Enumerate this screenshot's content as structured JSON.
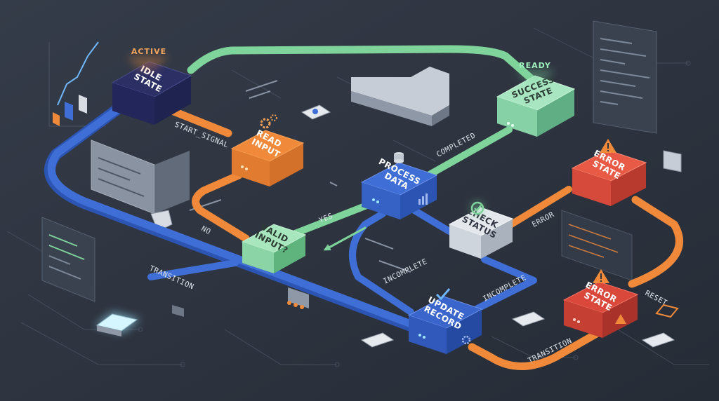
{
  "nodes": {
    "idle_state": {
      "lines": [
        "IDLE",
        "STATE"
      ],
      "tag": "ACTIVE"
    },
    "read_input": {
      "lines": [
        "READ",
        "INPUT"
      ]
    },
    "valid_input": {
      "lines": [
        "VALID",
        "INPUT?"
      ]
    },
    "process_data": {
      "lines": [
        "PROCESS",
        "DATA"
      ]
    },
    "check_status": {
      "lines": [
        "CHECK",
        "STATUS"
      ]
    },
    "success_state": {
      "lines": [
        "SUCCESS",
        "STATE"
      ],
      "tag": "READY"
    },
    "error_state_upper": {
      "lines": [
        "ERROR",
        "STATE"
      ]
    },
    "error_state_lower": {
      "lines": [
        "ERROR",
        "STATE"
      ]
    },
    "update_record": {
      "lines": [
        "UPDATE",
        "RECORD"
      ]
    }
  },
  "edges": {
    "start_signal": "START_SIGNAL",
    "no": "NO",
    "yes": "YES",
    "completed": "COMPLETED",
    "error": "ERROR",
    "reset": "RESET",
    "incomplete_left": "INCOMPLETE",
    "incomplete_right": "INCOMPLETE",
    "transition_left": "TRANSITION",
    "transition_bottom": "TRANSITION"
  },
  "colors": {
    "background": "#2d3440",
    "blue": "#3f6fd6",
    "green": "#7fd49b",
    "orange": "#f08a3a",
    "red": "#d9483b",
    "navy": "#2b2f63",
    "gray": "#d8dde3"
  },
  "icons": [
    "gears-icon",
    "database-icon",
    "check-circle-icon",
    "warning-icon",
    "gear-icon",
    "chart-icon"
  ]
}
